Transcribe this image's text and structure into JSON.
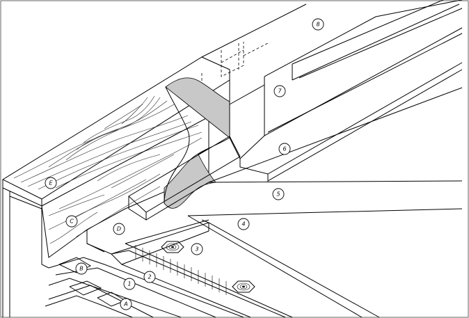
{
  "labels": {
    "A": "A",
    "B": "B",
    "C": "C",
    "D": "D",
    "E": "E",
    "n1": "1",
    "n2": "2",
    "n3": "3",
    "n4": "4",
    "n5": "5",
    "n6": "6",
    "n7": "7",
    "n8": "8"
  },
  "colors": {
    "line": "#000000",
    "sealant_fill": "#c8c8c8",
    "background": "#ffffff"
  }
}
